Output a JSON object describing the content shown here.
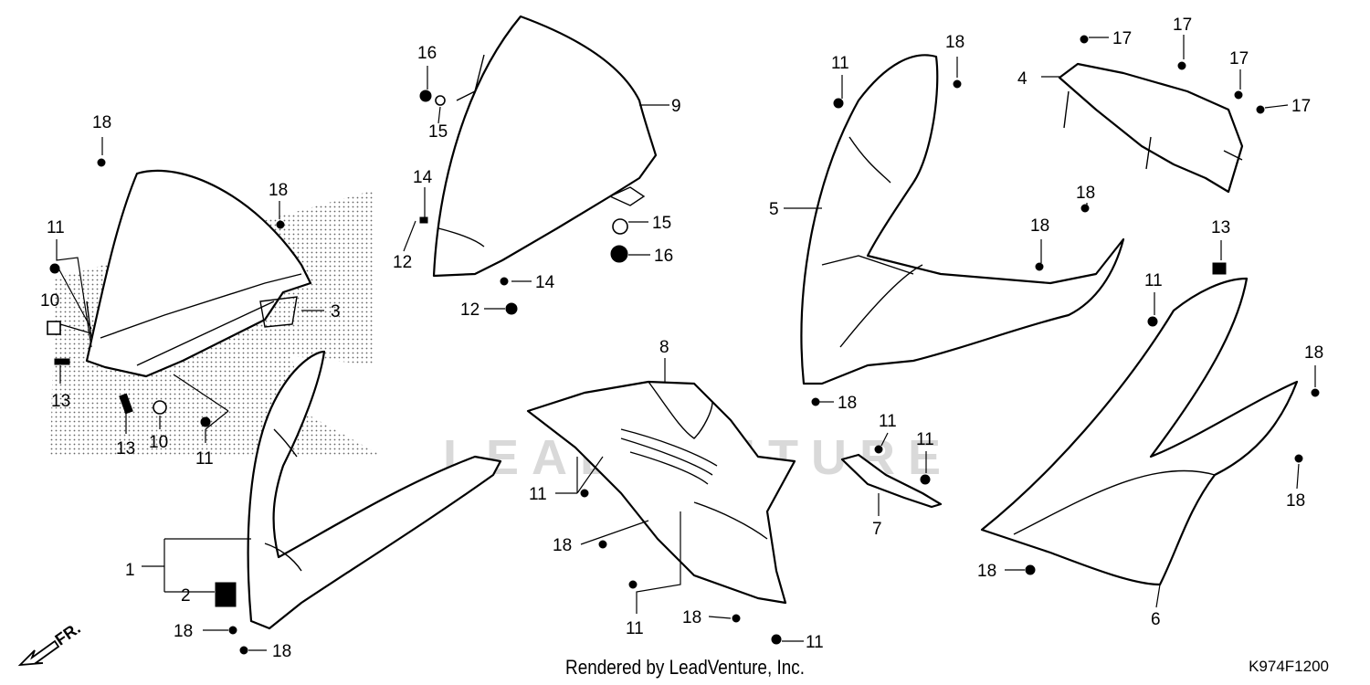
{
  "title": "",
  "footer": {
    "rendered_by": "Rendered by LeadVenture, Inc.",
    "diagram_code": "K974F1200"
  },
  "watermark": "LEADVENTURE",
  "direction_label": "FR.",
  "callouts": {
    "c1": "1",
    "c2": "2",
    "c3": "3",
    "c4": "4",
    "c5": "5",
    "c6": "6",
    "c7": "7",
    "c8": "8",
    "c9": "9",
    "c10a": "10",
    "c10b": "10",
    "c11a": "11",
    "c11b": "11",
    "c11c": "11",
    "c11d": "11",
    "c11e": "11",
    "c11f": "11",
    "c11g": "11",
    "c11h": "11",
    "c11i": "11",
    "c12a": "12",
    "c12b": "12",
    "c13a": "13",
    "c13b": "13",
    "c13c": "13",
    "c14a": "14",
    "c14b": "14",
    "c15a": "15",
    "c15b": "15",
    "c16a": "16",
    "c16b": "16",
    "c17a": "17",
    "c17b": "17",
    "c17c": "17",
    "c17d": "17",
    "c18a": "18",
    "c18b": "18",
    "c18c": "18",
    "c18d": "18",
    "c18e": "18",
    "c18f": "18",
    "c18g": "18",
    "c18h": "18",
    "c18i": "18",
    "c18j": "18",
    "c18k": "18",
    "c18l": "18",
    "c18m": "18"
  }
}
